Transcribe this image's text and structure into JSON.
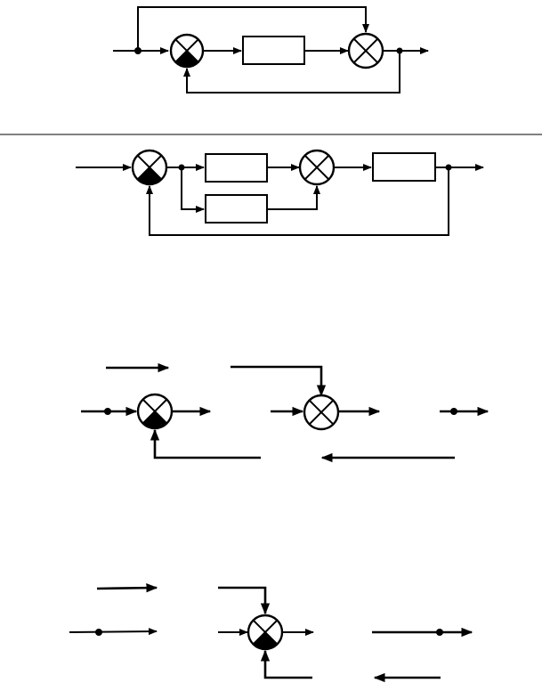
{
  "colors": {
    "ink": "#000000",
    "background": "#ffffff"
  },
  "diagrams": [
    {
      "id": "top",
      "blocks": 1,
      "summing_junctions": 2,
      "feedback": true,
      "feedforward": true
    },
    {
      "id": "middle",
      "blocks": 3,
      "summing_junctions": 2,
      "feedback": true,
      "parallel_branch": true
    },
    {
      "id": "lower-step-1",
      "blocks": 0,
      "summing_junctions": 2,
      "feedback": true
    },
    {
      "id": "lower-step-2",
      "blocks": 0,
      "summing_junctions": 1,
      "feedback": true
    }
  ]
}
